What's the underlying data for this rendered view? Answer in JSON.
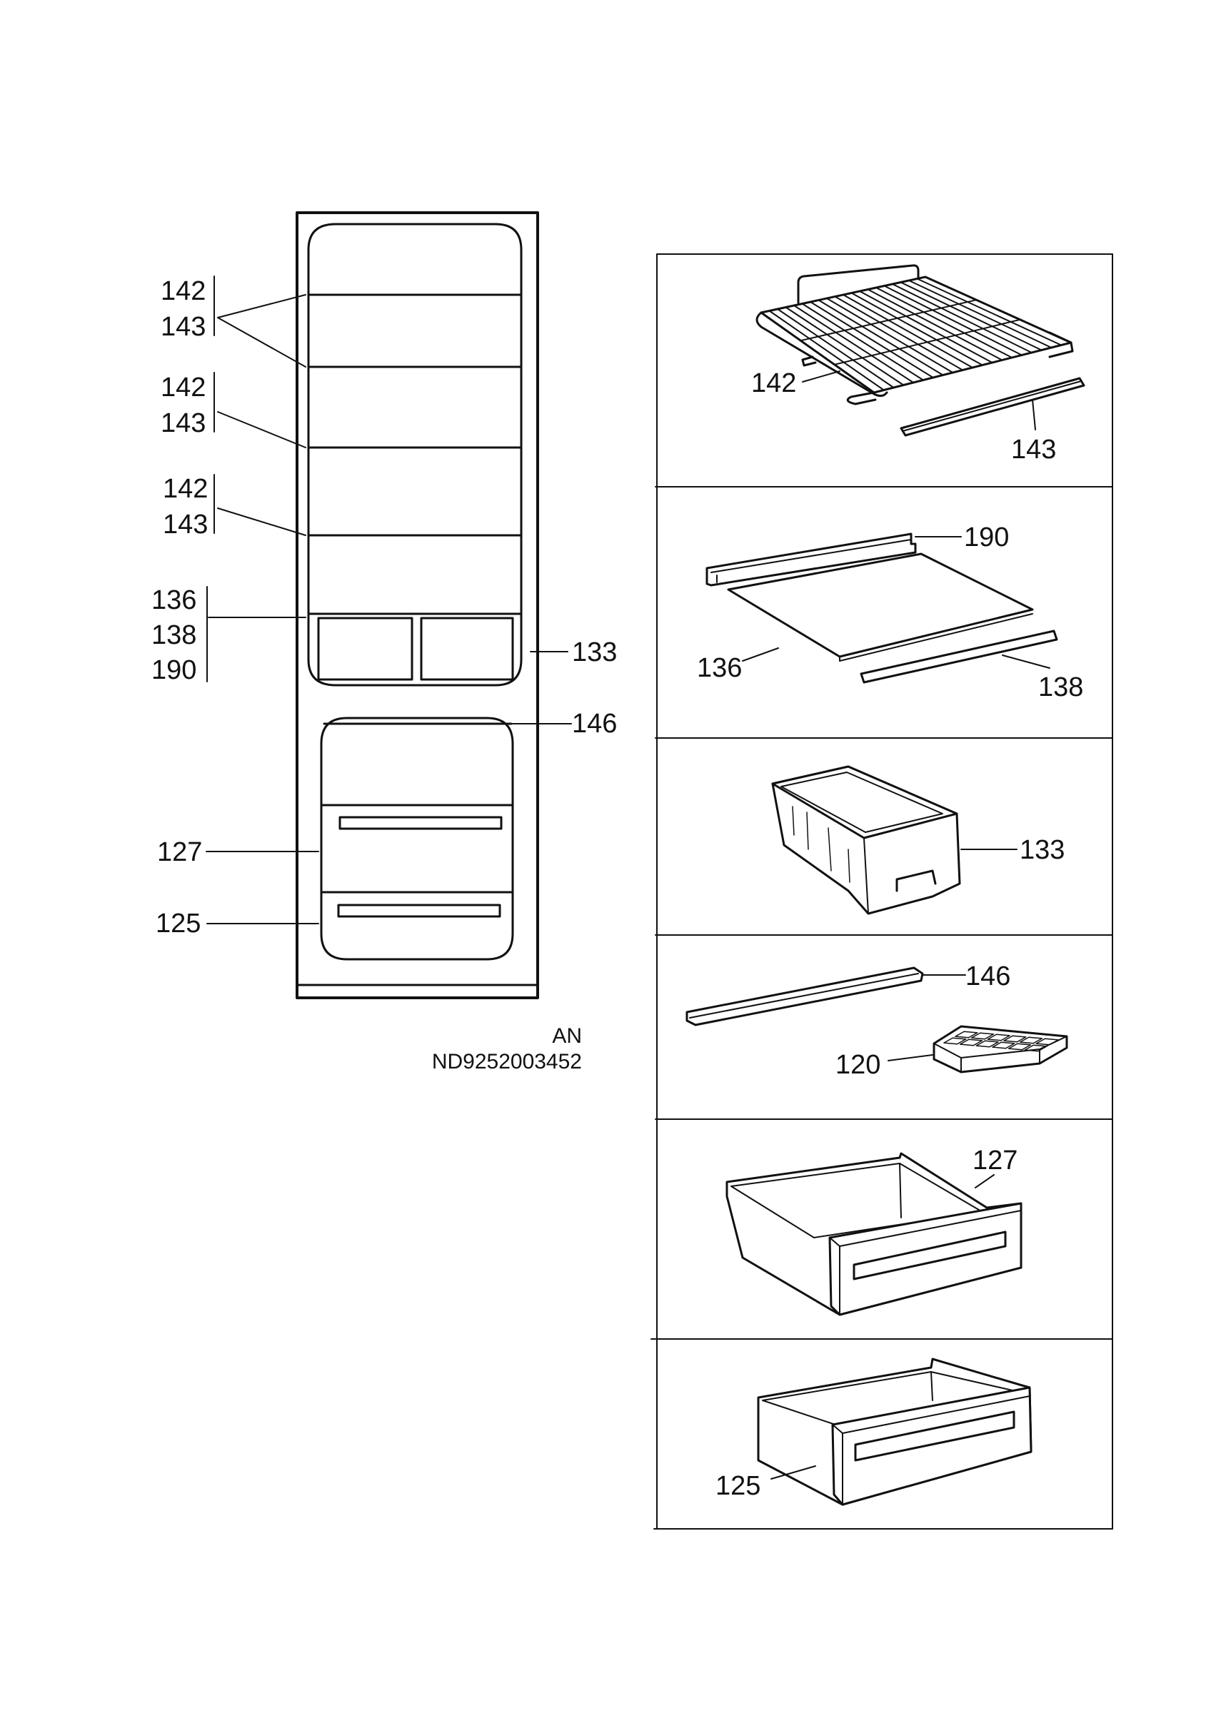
{
  "overview": {
    "shelf1": {
      "top": "142",
      "bottom": "143"
    },
    "shelf2": {
      "top": "142",
      "bottom": "143"
    },
    "shelf3": {
      "top": "142",
      "bottom": "143"
    },
    "glass": {
      "a": "136",
      "b": "138",
      "c": "190"
    },
    "crisper": "133",
    "divider": "146",
    "drawer_upper": "127",
    "drawer_lower": "125"
  },
  "reference": {
    "line1": "AN",
    "line2": "ND9252003452"
  },
  "parts": {
    "wire_shelf": "142",
    "wire_shelf_trim": "143",
    "glass_rear_trim": "190",
    "glass_shelf": "136",
    "glass_front_trim": "138",
    "crisper_bin": "133",
    "divider_strip": "146",
    "ice_tray": "120",
    "upper_drawer": "127",
    "lower_drawer": "125"
  }
}
